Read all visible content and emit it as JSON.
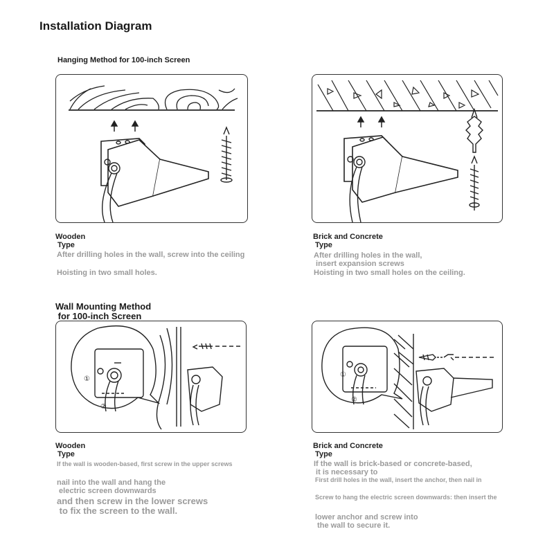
{
  "title": "Installation Diagram",
  "hanging": {
    "heading": "Hanging Method for 100-inch Screen",
    "wooden": {
      "label": "Wooden\n Type",
      "note1": "After drilling holes in the wall, screw into the ceiling",
      "note2": "Hoisting in two small holes."
    },
    "brick": {
      "label": "Brick and Concrete\n Type",
      "note1": "After drilling holes in the wall,\n insert expansion screws",
      "note2": "Hoisting in two small holes on the ceiling."
    }
  },
  "wall": {
    "heading": "Wall Mounting Method\n for 100-inch Screen",
    "wooden": {
      "label": "Wooden\n Type",
      "note1": "If the wall is wooden-based, first screw in the upper screws",
      "note2": "nail into the wall and hang the\n electric screen downwards",
      "note3": "and then screw in the lower screws\n to fix the screen to the wall."
    },
    "brick": {
      "label": "Brick and Concrete\n Type",
      "note1": "If the wall is brick-based or concrete-based,\n it is necessary to",
      "note2": "First drill holes in the wall, insert the anchor, then nail in",
      "note3": "Screw to hang the electric screen downwards: then insert the",
      "note4": "lower anchor and screw into\n the wall to secure it."
    }
  },
  "step_markers": [
    "①",
    "②"
  ]
}
